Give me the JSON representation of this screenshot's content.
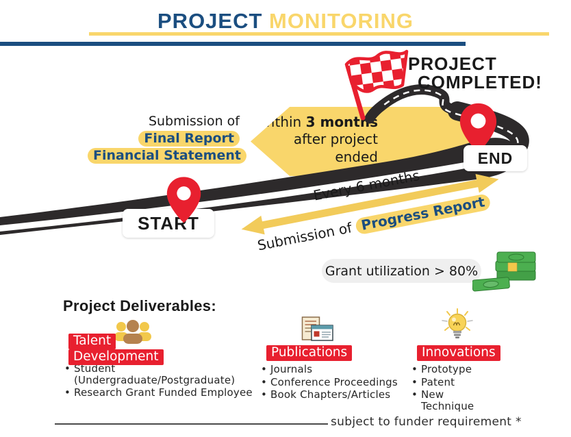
{
  "colors": {
    "blue": "#1B4E80",
    "yellow": "#F9D66B",
    "arrow_yellow": "#F2CB5A",
    "red": "#E8202F",
    "road": "#2D2A2B",
    "pill_gray": "#EFEFEF"
  },
  "header": {
    "title_word1": "PROJECT",
    "title_word2": "MONITORING"
  },
  "roadmap": {
    "completed_line1": "PROJECT",
    "completed_line2": "COMPLETED!",
    "start_label": "START",
    "end_label": "END",
    "final_submission": {
      "intro": "Submission of",
      "highlight1": "Final Report",
      "highlight2": "Financial Statement"
    },
    "within_banner": {
      "pre": "Within ",
      "bold": "3 months",
      "line2": "after project",
      "line3": "ended"
    },
    "progress_arrow": {
      "line1": "Every 6 months",
      "line2_pre": "Submission of ",
      "line2_highlight": "Progress Report"
    },
    "grant_note": "Grant utilization > 80%"
  },
  "deliverables": {
    "heading": "Project Deliverables:",
    "talent": {
      "label_line1": "Talent",
      "label_line2": "Development",
      "items": [
        "Student (Undergraduate/Postgraduate)",
        "Research Grant Funded Employee"
      ]
    },
    "publications": {
      "label": "Publications",
      "items": [
        "Journals",
        "Conference Proceedings",
        "Book Chapters/Articles"
      ]
    },
    "innovations": {
      "label": "Innovations",
      "items": [
        "Prototype",
        "Patent",
        "New Technique"
      ]
    }
  },
  "footer": {
    "note": "subject to funder requirement *"
  }
}
